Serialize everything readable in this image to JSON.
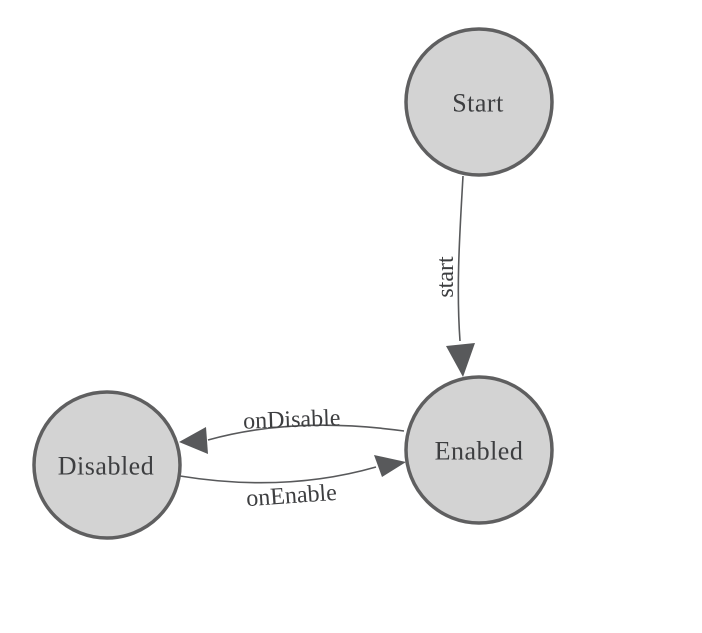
{
  "diagram": {
    "type": "state-machine",
    "background_color": "#ffffff",
    "node_fill_color": "#d3d3d3",
    "node_border_color": "#5f5f60",
    "edge_color": "#58595b",
    "label_color": "#3d3e40",
    "nodes": [
      {
        "id": "start",
        "label": "Start"
      },
      {
        "id": "enabled",
        "label": "Enabled"
      },
      {
        "id": "disabled",
        "label": "Disabled"
      }
    ],
    "edges": [
      {
        "from": "Start",
        "to": "Enabled",
        "label": "start"
      },
      {
        "from": "Enabled",
        "to": "Disabled",
        "label": "onDisable"
      },
      {
        "from": "Disabled",
        "to": "Enabled",
        "label": "onEnable"
      }
    ]
  }
}
